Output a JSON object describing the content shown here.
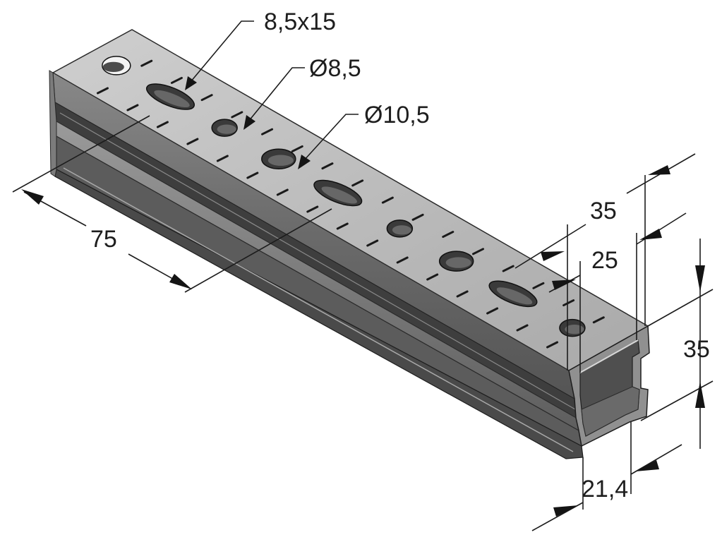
{
  "dimensions": {
    "slot": "8,5x15",
    "hole_small": "Ø8,5",
    "hole_large": "Ø10,5",
    "length": "75",
    "width_outer": "35",
    "width_inner": "25",
    "height": "35",
    "depth": "21,4"
  },
  "colors": {
    "background": "#ffffff",
    "metal_top": "#bdbdbd",
    "metal_side": "#6e6e6e",
    "metal_dark": "#3a3a3a",
    "line": "#1c1c1c"
  }
}
